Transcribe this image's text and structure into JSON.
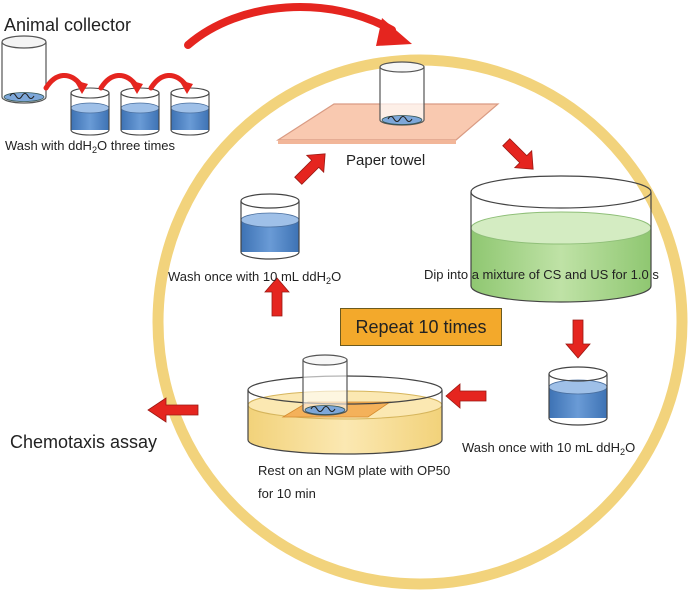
{
  "labels": {
    "animal_collector": "Animal collector",
    "wash_three_pre": "Wash with ddH",
    "wash_three_sub": "2",
    "wash_three_post": "O three times",
    "paper_towel": "Paper towel",
    "dip_mixture": "Dip into a mixture of CS and US for 1.0 s",
    "wash_once_right_pre": "Wash once with 10 mL ddH",
    "wash_once_right_sub": "2",
    "wash_once_right_post": "O",
    "wash_once_left_pre": "Wash once with 10 mL ddH",
    "wash_once_left_sub": "2",
    "wash_once_left_post": "O",
    "rest_line1": "Rest on an NGM plate with OP50",
    "rest_line2": "for 10 min",
    "repeat": "Repeat 10 times",
    "chemotaxis": "Chemotaxis assay"
  },
  "colors": {
    "cycle_ring": "#f2d37c",
    "arrow_red": "#e5251f",
    "water_blue": "#4f86c6",
    "mixture_green": "#a9d58c",
    "plate_yellow": "#f6dd8f",
    "paper_towel": "#f9c9b0",
    "repeat_box": "#f3a92b"
  }
}
